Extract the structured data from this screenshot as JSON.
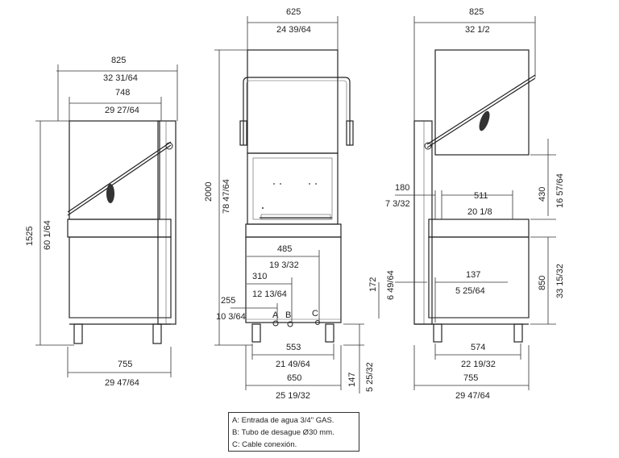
{
  "left_view": {
    "width_outer": {
      "mm": "825",
      "in": "32 31/64"
    },
    "width_inner": {
      "mm": "748",
      "in": "29 27/64"
    },
    "height": {
      "mm": "1525",
      "in": "60 1/64"
    },
    "base_width": {
      "mm": "755",
      "in": "29 47/64"
    }
  },
  "front_view": {
    "top_width": {
      "mm": "625",
      "in": "24 39/64"
    },
    "height_total": {
      "mm": "2000",
      "in": "78 47/64"
    },
    "conn_485": {
      "mm": "485",
      "in": "19 3/32"
    },
    "conn_310": {
      "mm": "310",
      "in": "12 13/64"
    },
    "conn_255": {
      "mm": "255",
      "in": "10 3/64"
    },
    "base_553": {
      "mm": "553",
      "in": "21 49/64"
    },
    "base_650": {
      "mm": "650",
      "in": "25 19/32"
    },
    "feet_147": {
      "mm": "147",
      "in": "5 25/32"
    },
    "conn_A": "A",
    "conn_B": "B",
    "conn_C": "C"
  },
  "right_view": {
    "top_width": {
      "mm": "825",
      "in": "32 1/2"
    },
    "hood_430": {
      "mm": "430",
      "in": "16 57/64"
    },
    "offset_180": {
      "mm": "180",
      "in": "7 3/32"
    },
    "inner_511": {
      "mm": "511",
      "in": "20 1/8"
    },
    "height_172": {
      "mm": "172",
      "in": "6 49/64"
    },
    "conn_137": {
      "mm": "137",
      "in": "5 25/64"
    },
    "height_850": {
      "mm": "850",
      "in": "33 15/32"
    },
    "base_574": {
      "mm": "574",
      "in": "22 19/32"
    },
    "base_755": {
      "mm": "755",
      "in": "29 47/64"
    }
  },
  "legend": {
    "a": "A: Entrada de agua 3/4\" GAS.",
    "b": "B: Tubo de desague Ø30 mm.",
    "c": "C: Cable conexión."
  }
}
